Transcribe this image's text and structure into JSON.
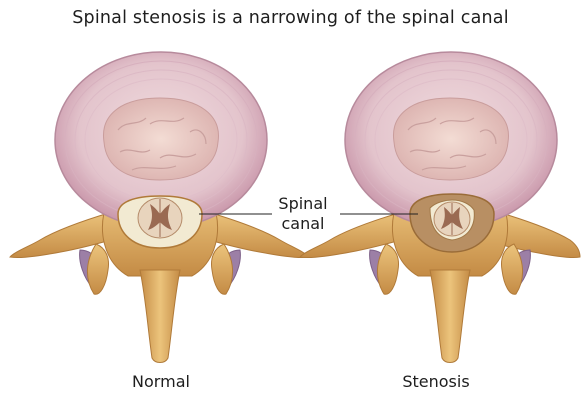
{
  "title": "Spinal stenosis is a narrowing of the spinal canal",
  "callout": {
    "line1": "Spinal",
    "line2": "canal"
  },
  "panels": [
    {
      "caption": "Normal"
    },
    {
      "caption": "Stenosis"
    }
  ],
  "colors": {
    "disc_ring": "#d9b7c4",
    "disc_outer": "#c79aad",
    "nucleus": "#e8c9c8",
    "bone": "#d7a95a",
    "bone_dark": "#b9803b",
    "canal": "#f2ead2",
    "canal_narrowed": "#b88f63",
    "cord": "#e8d4bd",
    "gray_matter": "#9a6a52",
    "facet_joint": "#9c7fa6"
  }
}
